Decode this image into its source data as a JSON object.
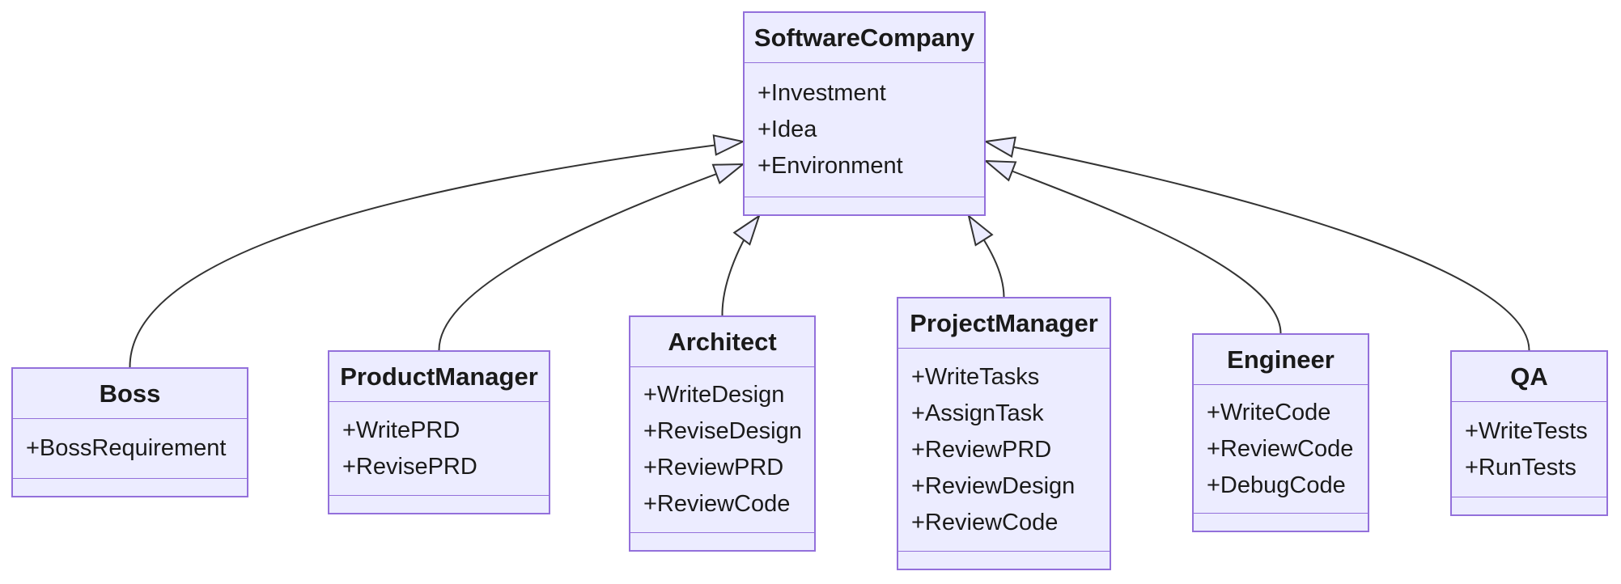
{
  "diagram": {
    "type": "uml-class-diagram",
    "background": "#ffffff",
    "classes": [
      {
        "id": "SoftwareCompany",
        "title": "SoftwareCompany",
        "attributes": [
          "+Investment",
          "+Idea",
          "+Environment"
        ],
        "methods": []
      },
      {
        "id": "Boss",
        "title": "Boss",
        "attributes": [
          "+BossRequirement"
        ],
        "methods": []
      },
      {
        "id": "ProductManager",
        "title": "ProductManager",
        "attributes": [
          "+WritePRD",
          "+RevisePRD"
        ],
        "methods": []
      },
      {
        "id": "Architect",
        "title": "Architect",
        "attributes": [
          "+WriteDesign",
          "+ReviseDesign",
          "+ReviewPRD",
          "+ReviewCode"
        ],
        "methods": []
      },
      {
        "id": "ProjectManager",
        "title": "ProjectManager",
        "attributes": [
          "+WriteTasks",
          "+AssignTask",
          "+ReviewPRD",
          "+ReviewDesign",
          "+ReviewCode"
        ],
        "methods": []
      },
      {
        "id": "Engineer",
        "title": "Engineer",
        "attributes": [
          "+WriteCode",
          "+ReviewCode",
          "+DebugCode"
        ],
        "methods": []
      },
      {
        "id": "QA",
        "title": "QA",
        "attributes": [
          "+WriteTests",
          "+RunTests"
        ],
        "methods": []
      }
    ],
    "relationships": [
      {
        "from": "Boss",
        "to": "SoftwareCompany",
        "type": "inheritance"
      },
      {
        "from": "ProductManager",
        "to": "SoftwareCompany",
        "type": "inheritance"
      },
      {
        "from": "Architect",
        "to": "SoftwareCompany",
        "type": "inheritance"
      },
      {
        "from": "ProjectManager",
        "to": "SoftwareCompany",
        "type": "inheritance"
      },
      {
        "from": "Engineer",
        "to": "SoftwareCompany",
        "type": "inheritance"
      },
      {
        "from": "QA",
        "to": "SoftwareCompany",
        "type": "inheritance"
      }
    ],
    "colors": {
      "node_fill": "#ECECFF",
      "node_border": "#9370DB",
      "edge_line": "#333333",
      "arrowhead_fill": "#ECECFF",
      "text": "#1a1a1a"
    }
  }
}
